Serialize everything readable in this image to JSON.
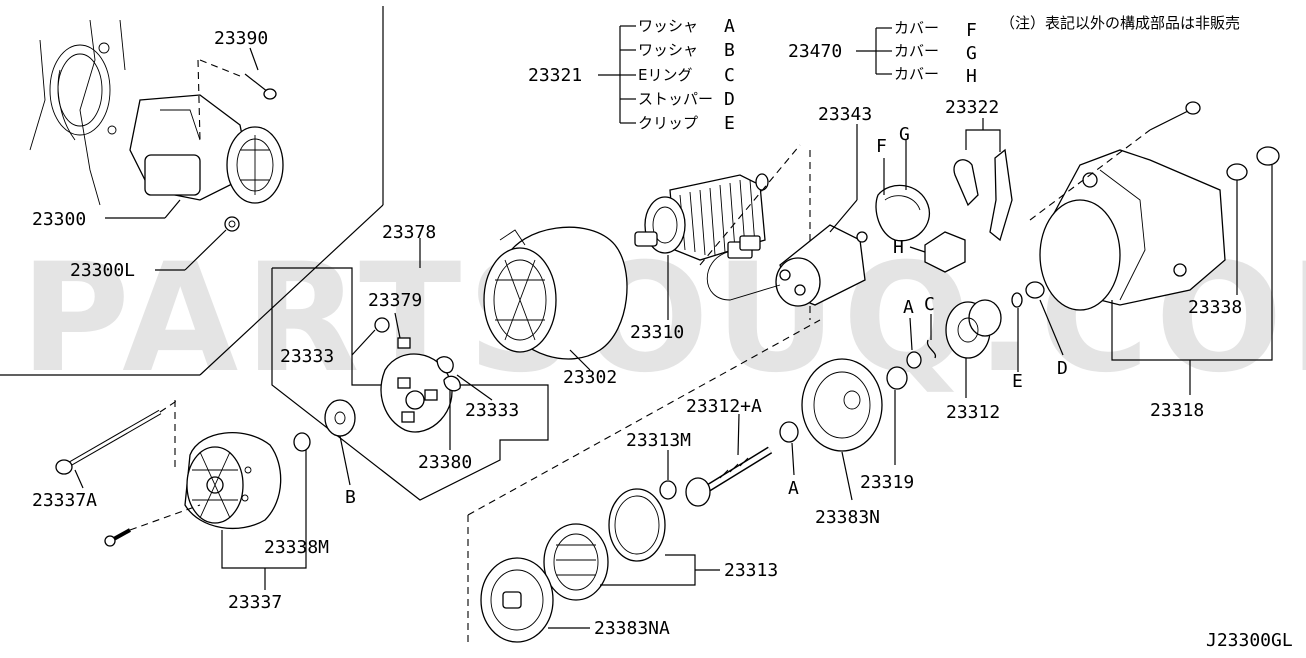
{
  "watermark": "PARTSOUQ.COM",
  "diagram_code": "J23300GL",
  "note": "（注）表記以外の構成部品は非販売",
  "legend_23321": {
    "part": "23321",
    "items": [
      {
        "name": "ワッシャ",
        "code": "A"
      },
      {
        "name": "ワッシャ",
        "code": "B"
      },
      {
        "name": "Eリング",
        "code": "C"
      },
      {
        "name": "ストッパー",
        "code": "D"
      },
      {
        "name": "クリップ",
        "code": "E"
      }
    ]
  },
  "legend_23470": {
    "part": "23470",
    "items": [
      {
        "name": "カバー",
        "code": "F"
      },
      {
        "name": "カバー",
        "code": "G"
      },
      {
        "name": "カバー",
        "code": "H"
      }
    ]
  },
  "labels": {
    "p23390": "23390",
    "p23300": "23300",
    "p23300L": "23300L",
    "p23378": "23378",
    "p23379": "23379",
    "p23333a": "23333",
    "p23333b": "23333",
    "p23380": "23380",
    "p23302": "23302",
    "p23310": "23310",
    "p23343": "23343",
    "p23322": "23322",
    "p23338": "23338",
    "p23318": "23318",
    "p23312": "23312",
    "p23319": "23319",
    "p23312A": "23312+A",
    "p23313M": "23313M",
    "p23383N": "23383N",
    "p23313": "23313",
    "p23383NA": "23383NA",
    "p23337A": "23337A",
    "p23338M": "23338M",
    "p23337": "23337"
  },
  "letters": {
    "A1": "A",
    "A2": "A",
    "B": "B",
    "C": "C",
    "D": "D",
    "E": "E",
    "F": "F",
    "G": "G",
    "H": "H"
  }
}
